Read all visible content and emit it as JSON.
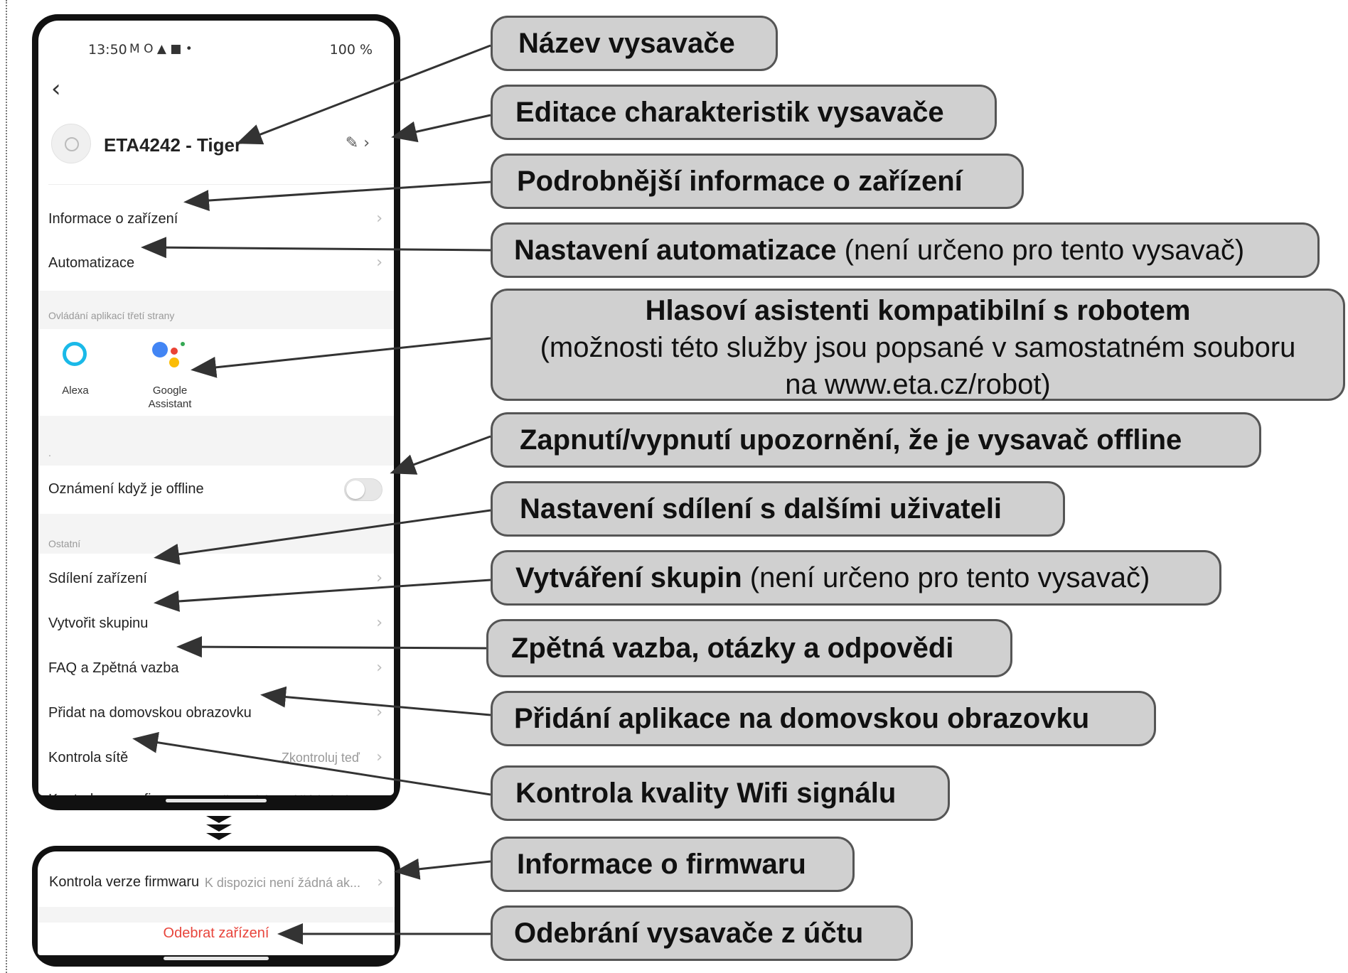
{
  "status_bar": {
    "time": "13:50",
    "icons": "M O ▲ ■ •",
    "battery": "100 %"
  },
  "device": {
    "title": "ETA4242 - Tiger"
  },
  "menu": {
    "device_info": "Informace o zařízení",
    "automation": "Automatizace",
    "third_party_label": "Ovládání aplikací třetí strany",
    "alexa": "Alexa",
    "google_assistant_line1": "Google",
    "google_assistant_line2": "Assistant",
    "offline_section_label": ".",
    "offline_notification": "Oznámení když je offline",
    "other_label": "Ostatní",
    "share_device": "Sdílení zařízení",
    "create_group": "Vytvořit skupinu",
    "faq": "FAQ a Zpětná vazba",
    "add_home": "Přidat na domovskou obrazovku",
    "network_check": "Kontrola sítě",
    "network_check_value": "Zkontroluj teď",
    "firmware_check": "Kontrola verze firmwaru",
    "firmware_value": "K dispozici není žádná ak...",
    "remove_device": "Odebrat zařízení"
  },
  "callouts": {
    "c1": "Název vysavače",
    "c2": "Editace charakteristik vysavače",
    "c3": "Podrobnější informace o zařízení",
    "c4_bold": "Nastavení automatizace",
    "c4_normal": "(není určeno pro tento vysavač)",
    "c5_line1": "Hlasoví asistenti kompatibilní s robotem",
    "c5_line2": "(možnosti této služby jsou popsané v samostatném souboru",
    "c5_line3": "na www.eta.cz/robot)",
    "c6": "Zapnutí/vypnutí upozornění, že je vysavač offline",
    "c7": "Nastavení sdílení s dalšími uživateli",
    "c8_bold": "Vytváření skupin",
    "c8_normal": "(není určeno pro tento vysavač)",
    "c9": "Zpětná vazba, otázky a odpovědi",
    "c10": "Přidání aplikace na domovskou obrazovku",
    "c11": "Kontrola kvality Wifi signálu",
    "c12": "Informace o firmwaru",
    "c13": "Odebrání vysavače z účtu"
  },
  "colors": {
    "callout_bg": "#d0d0d0",
    "callout_border": "#555555",
    "alexa": "#1ab9e8",
    "remove": "#e8453c"
  }
}
